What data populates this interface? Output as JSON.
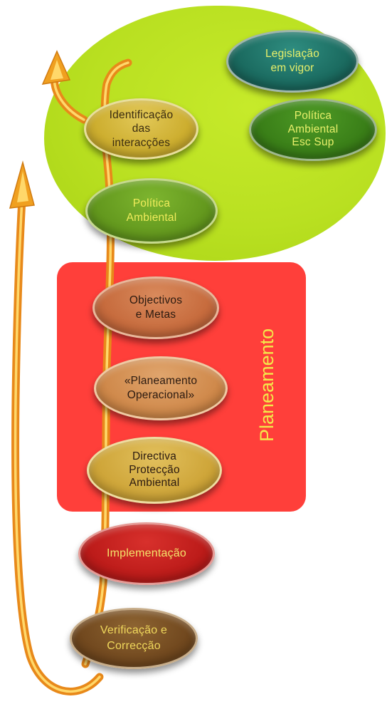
{
  "zones": {
    "planning_label": "Planeamento"
  },
  "nodes": {
    "legislacao": "Legislação\nem vigor",
    "politica_esc_sup": "Política\nAmbiental\nEsc Sup",
    "identificacao": "Identificação\ndas\ninteracções",
    "politica_ambiental": "Política\nAmbiental",
    "objectivos": "Objectivos\ne Metas",
    "planeamento_operacional": "«Planeamento\nOperacional»",
    "directiva": "Directiva\nProtecção\nAmbiental",
    "implementacao": "Implementação",
    "verificacao": "Verificação e\nCorrecção"
  },
  "colors": {
    "green_zone": "#bde424",
    "planning_zone": "#ff3f3a",
    "arrow_orange": "#f5a623",
    "arrow_highlight": "#ffd86a",
    "label_yellow": "#f3e84a"
  }
}
